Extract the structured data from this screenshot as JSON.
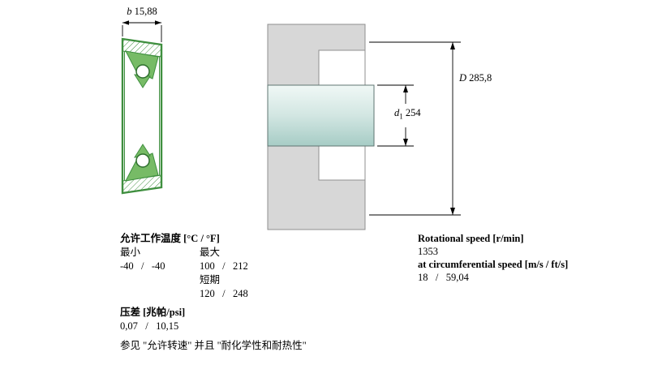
{
  "figure": {
    "seal": {
      "width_dim": {
        "letter": "b",
        "value": "15,88"
      }
    },
    "mounting": {
      "bore_dim": {
        "letter": "D",
        "value": "285,8"
      },
      "shaft_dim": {
        "letter": "d",
        "sub": "1",
        "value": "254"
      }
    }
  },
  "specs": {
    "temperature": {
      "header": "允许工作温度 [°C / °F]",
      "min_label": "最小",
      "max_label": "最大",
      "min_value": "-40   /   -40",
      "max_value": "100   /   212",
      "short_term_label": "短期",
      "short_term_value": "120   /   248"
    },
    "pressure": {
      "header": "压差 [兆帕/psi]",
      "value": "0,07   /   10,15"
    },
    "note": "参见 \"允许转速\" 并且 \"耐化学性和耐热性\"",
    "speed": {
      "rotational_header": "Rotational speed [r/min]",
      "rotational_value": "1353",
      "circumferential_header": "at circumferential speed [m/s / ft/s]",
      "circumferential_value": "18   /   59,04"
    }
  },
  "colors": {
    "seal_outline_green": "#3f8f3f",
    "seal_rubber_green": "#77bb66",
    "housing_gray": "#d7d7d7",
    "shaft_teal": "#c5dfda",
    "dimension_line": "#000000"
  }
}
